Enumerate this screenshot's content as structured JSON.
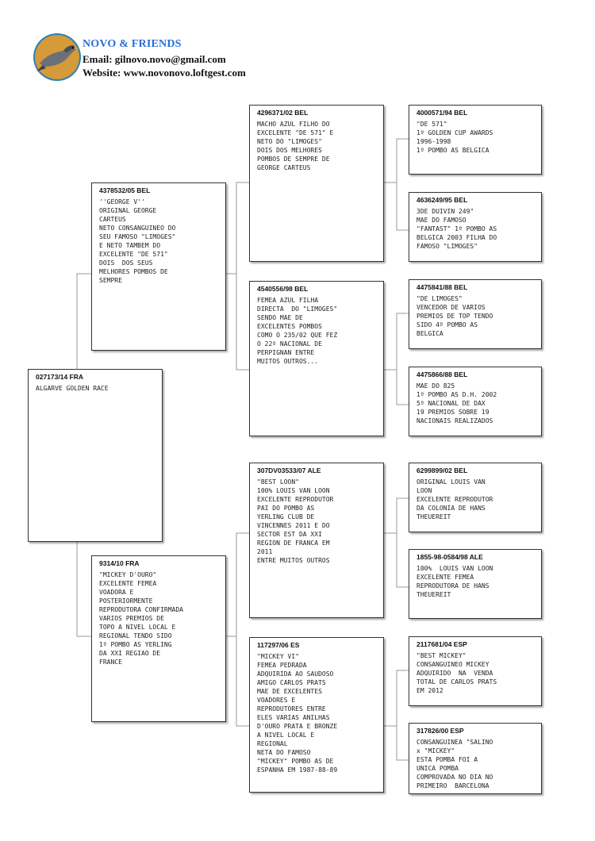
{
  "header": {
    "brand": "NOVO & FRIENDS",
    "email": "Email: gilnovo.novo@gmail.com",
    "website": "Website: www.novonovo.loftgest.com"
  },
  "pedigree": {
    "subject": {
      "id": "027173/14 FRA",
      "desc": "ALGARVE GOLDEN RACE"
    },
    "sire": {
      "id": "4378532/05 BEL",
      "desc": "''GEORGE V''\nORIGINAL GEORGE\nCARTEUS\nNETO CONSANGUINEO DO\nSEU FAMOSO \"LIMOGES\"\nE NETO TAMBEM DO\nEXCELENTE \"DE 571\"\nDOIS  DOS SEUS\nMELHORES POMBOS DE\nSEMPRE"
    },
    "dam": {
      "id": "9314/10 FRA",
      "desc": "\"MICKEY D'OURO\"\nEXCELENTE FEMEA\nVOADORA E\nPOSTERIORMENTE\nREPRODUTORA CONFIRMADA\nVARIOS PREMIOS DE\nTOPO A NIVEL LOCAL E\nREGIONAL TENDO SIDO\n1º POMBO AS YERLING\nDA XXI REGIAO DE\nFRANCE"
    },
    "sire_sire": {
      "id": "4296371/02 BEL",
      "desc": "MACHO AZUL FILHO DO\nEXCELENTE \"DE 571\" E\nNETO DO \"LIMOGES\"\nDOIS DOS MELHORES\nPOMBOS DE SEMPRE DE\nGEORGE CARTEUS"
    },
    "sire_dam": {
      "id": "4540556/98 BEL",
      "desc": "FEMEA AZUL FILHA\nDIRECTA  DO \"LIMOGES\"\nSENDO MAE DE\nEXCELENTES POMBOS\nCOMO O 235/02 QUE FEZ\nO 22º NACIONAL DE\nPERPIGNAN ENTRE\nMUITOS OUTROS..."
    },
    "dam_sire": {
      "id": "307DV03533/07 ALE",
      "desc": "\"BEST LOON\"\n100% LOUIS VAN LOON\nEXCELENTE REPRODUTOR\nPAI DO POMBO AS\nYERLING CLUB DE\nVINCENNES 2011 E DO\nSECTOR EST DA XXI\nREGION DE FRANCA EM\n2011\nENTRE MUITOS OUTROS"
    },
    "dam_dam": {
      "id": "117297/06 ES",
      "desc": "\"MICKEY VI\"\nFEMEA PEDRADA\nADQUIRIDA AO SAUDOSO\nAMIGO CARLOS PRATS\nMAE DE EXCELENTES\nVOADORES E\nREPRODUTORES ENTRE\nELES VARIAS ANILHAS\nD'OURO PRATA E BRONZE\nA NIVEL LOCAL E\nREGIONAL\nNETA DO FAMOSO\n\"MICKEY\" POMBO AS DE\nESPANHA EM 1987-88-89"
    },
    "ss_sire": {
      "id": "4000571/94 BEL",
      "desc": "\"DE 571\"\n1º GOLDEN CUP AWARDS\n1996-1998\n1º POMBO AS BELGICA"
    },
    "ss_dam": {
      "id": "4636249/95 BEL",
      "desc": "3DE DUIVIN 249\"\nMAE DO FAMOSO\n\"FANTAST\" 1º POMBO AS\nBELGICA 2003 FILHA DO\nFAMOSO \"LIMOGES\""
    },
    "sd_sire": {
      "id": "4475841/88 BEL",
      "desc": "\"DE LIMOGES\"\nVENCEDOR DE VARIOS\nPREMIOS DE TOP TENDO\nSIDO 4º POMBO AS\nBELGICA"
    },
    "sd_dam": {
      "id": "4475866/88 BEL",
      "desc": "MAE DO 825\n1º POMBO AS D.H. 2002\n5º NACIONAL DE DAX\n19 PREMIOS SOBRE 19\nNACIONAIS REALIZADOS"
    },
    "ds_sire": {
      "id": "6299899/02 BEL",
      "desc": "ORIGINAL LOUIS VAN\nLOON\nEXCELENTE REPRODUTOR\nDA COLONIA DE HANS\nTHEUEREIT"
    },
    "ds_dam": {
      "id": "1855-98-0584/98 ALE",
      "desc": "100%  LOUIS VAN LOON\nEXCELENTE FEMEA\nREPRODUTORA DE HANS\nTHEUEREIT"
    },
    "dd_sire": {
      "id": "2117681/04 ESP",
      "desc": "\"BEST MICKEY\"\nCONSANGUINEO MICKEY\nADQUIRIDO  NA  VENDA\nTOTAL DE CARLOS PRATS\nEM 2012"
    },
    "dd_dam": {
      "id": "317826/00 ESP",
      "desc": "CONSANGUINEA \"SALINO\nx \"MICKEY\"\nESTA POMBA FOI A\nUNICA POMBA\nCOMPROVADA NO DIA NO\nPRIMEIRO  BARCELONA"
    }
  }
}
